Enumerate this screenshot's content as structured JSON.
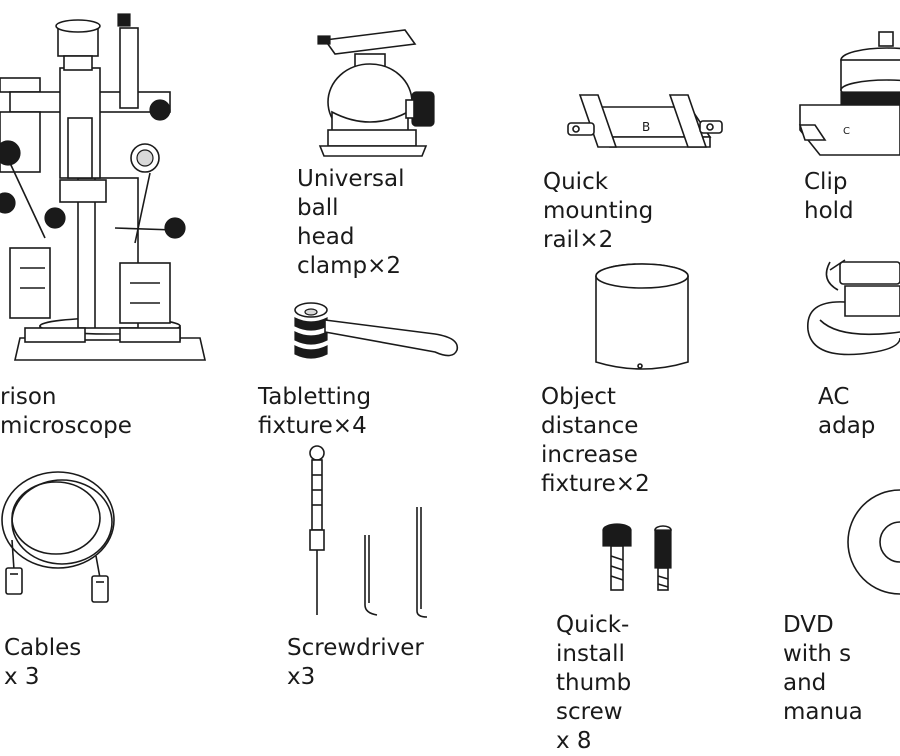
{
  "items": [
    {
      "name": "comparison-microscope",
      "label": "rison microscope",
      "icon": "microscope-icon"
    },
    {
      "name": "ball-head-clamp",
      "label": "Universal ball\nhead clamp×2",
      "icon": "ball-head-icon"
    },
    {
      "name": "mounting-rail",
      "label": "Quick mounting\nrail×2",
      "icon": "rail-icon",
      "mark": "B"
    },
    {
      "name": "clip-holder",
      "label": "Clip hold",
      "icon": "clip-holder-icon"
    },
    {
      "name": "tabletting-fixture",
      "label": "Tabletting fixture×4",
      "icon": "spring-clip-icon"
    },
    {
      "name": "distance-fixture",
      "label": "Object distance\nincrease fixture×2",
      "icon": "cylinder-icon"
    },
    {
      "name": "ac-adapter",
      "label": "AC adap",
      "icon": "power-adapter-icon"
    },
    {
      "name": "cables",
      "label": "Cables x 3",
      "icon": "cable-icon"
    },
    {
      "name": "screwdriver",
      "label": "Screwdriver x3",
      "icon": "screwdriver-icon"
    },
    {
      "name": "thumb-screw",
      "label": "Quick-install\nthumb screw x 8",
      "icon": "thumb-screw-icon"
    },
    {
      "name": "dvd",
      "label": "DVD with s\nand manua",
      "icon": "disc-icon"
    }
  ]
}
